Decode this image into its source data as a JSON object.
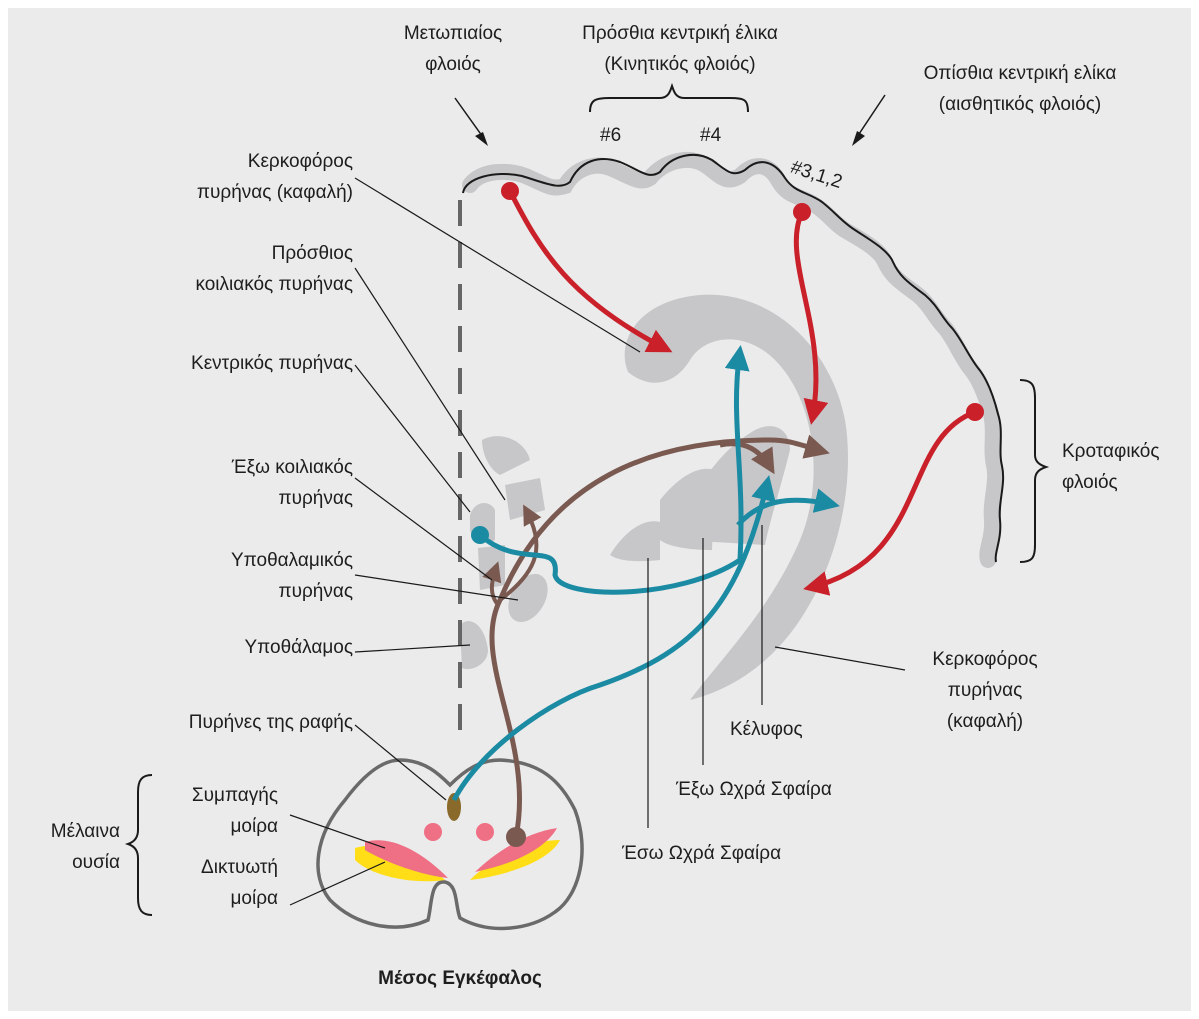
{
  "labels": {
    "frontal_cortex": [
      "Μετωπιαίος",
      "φλοιός"
    ],
    "precentral_gyrus": [
      "Πρόσθια κεντρική έλικα",
      "(Κινητικός φλοιός)"
    ],
    "postcentral_gyrus": [
      "Οπίσθια κεντρική ελίκα",
      "(αισθητικός φλοιός)"
    ],
    "area_6": "#6",
    "area_4": "#4",
    "area_312": "#3,1,2",
    "caudate_top": [
      "Κερκοφόρος",
      "πυρήνας (καφαλή)"
    ],
    "anterior_ventral": [
      "Πρόσθιος",
      "κοιλιακός πυρήνας"
    ],
    "central_nucleus": "Κεντρικός πυρήνας",
    "lateral_ventral": [
      "Έξω κοιλιακός",
      "πυρήνας"
    ],
    "subthalamic": [
      "Υποθαλαμικός",
      "πυρήνας"
    ],
    "hypothalamus": "Υποθάλαμος",
    "raphe": "Πυρήνες της ραφής",
    "substantia_nigra": [
      "Μέλαινα",
      "ουσία"
    ],
    "pars_compacta": [
      "Συμπαγής",
      "μοίρα"
    ],
    "pars_reticulata": [
      "Δικτυωτή",
      "μοίρα"
    ],
    "temporal_cortex": [
      "Κροταφικός",
      "φλοιός"
    ],
    "caudate_right": [
      "Κερκοφόρος",
      "πυρήνας",
      "(καφαλή)"
    ],
    "putamen": "Κέλυφος",
    "gpe": "Έξω Ωχρά Σφαίρα",
    "gpi": "Έσω Ωχρά Σφαίρα",
    "midbrain": "Μέσος Εγκέφαλος"
  },
  "colors": {
    "background": "#ebebeb",
    "structure": "#c7c7c9",
    "red_pathway": "#c9202a",
    "blue_pathway": "#1b8aa3",
    "brown_pathway": "#7a5a50",
    "compacta": "#ef6f85",
    "reticulata": "#ffde17"
  }
}
